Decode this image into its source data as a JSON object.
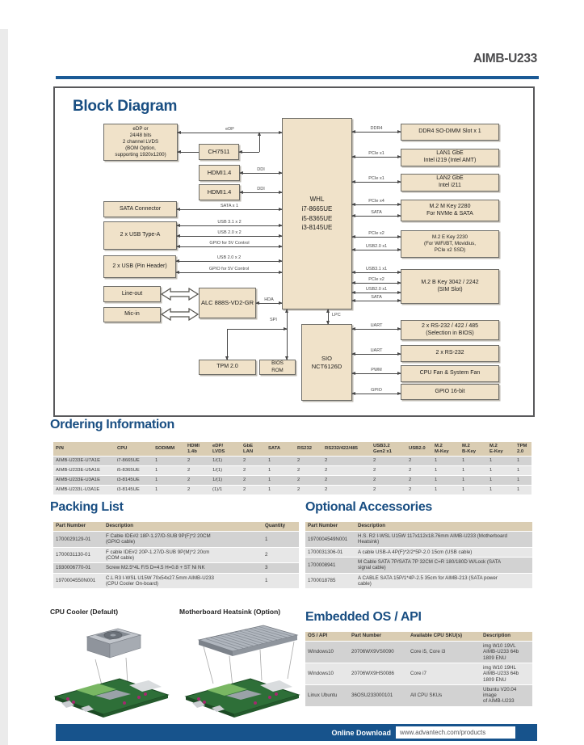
{
  "page": {
    "product": "AIMB-U233",
    "footer_label": "Online Download",
    "footer_url": "www.advantech.com/products"
  },
  "diagram": {
    "title": "Block Diagram",
    "boxes": {
      "edp": "eDP  or\n24/48 bits\n2 channel LVDS\n(BOM Option,\nsupporting 1920x1200)",
      "ch7511": "CH7511",
      "hdmi1": "HDMI1.4",
      "hdmi2": "HDMI1.4",
      "sata_connector": "SATA Connector",
      "usb_type_a": "2 x USB Type-A",
      "usb_pin_header": "2 x USB (Pin Header)",
      "line_out": "Line-out",
      "mic_in": "Mic-in",
      "alc": "ALC 888S-VD2-GR",
      "tpm": "TPM 2.0",
      "bios_rom": "BIOS\nROM",
      "cpu": "WHL\ni7-8665UE\ni5-8365UE\ni3-8145UE",
      "sio": "SIO\nNCT6126D",
      "ddr4": "DDR4 SO-DIMM Slot x 1",
      "lan1": "LAN1 GbE\nIntel i219 (Intel AMT)",
      "lan2": "LAN2 GbE\nIntel i211",
      "m2m": "M.2 M Key 2280\nFor NVMe & SATA",
      "m2e": "M.2 E Key 2230\n(For WiFi/BT, Movidius,\nPCIe x2 SSD)",
      "m2b": "M.2 B Key 3042 / 2242\n(SIM Slot)",
      "rs422": "2 x RS-232 / 422 / 485\n(Selection in BIOS)",
      "rs232": "2 x RS-232",
      "fan": "CPU Fan & System Fan",
      "gpio16": "GPIO 16-bit"
    },
    "buses": {
      "edp": "eDP",
      "ddi1": "DDI",
      "ddi2": "DDI",
      "sata1": "SATA x 1",
      "usb31x2": "USB 3.1 x 2",
      "usb20x2a": "USB 2.0  x 2",
      "gpio5v_a": "GPIO for 5V Control",
      "usb20x2b": "USB 2.0  x 2",
      "gpio5v_b": "GPIO for 5V Control",
      "hda": "HDA",
      "spi": "SPI",
      "lpc": "LPC",
      "ddr4": "DDR4",
      "pcie1a": "PCIe x1",
      "pcie1b": "PCIe x1",
      "pcie4": "PCIe x4",
      "sata_m": "SATA",
      "pcie2e": "PCIe x2",
      "usb20x1e": "USB2.0 x1",
      "usb31x1": "USB3.1 x1",
      "pcie2b": "PCIe x2",
      "usb20x1b": "USB2.0 x1",
      "sata_b": "SATA",
      "uart1": "UART",
      "uart2": "UART",
      "pwm": "PWM",
      "gpio": "GPIO"
    }
  },
  "ordering": {
    "title": "Ordering Information",
    "headers": [
      "P/N",
      "CPU",
      "SODIMM",
      "HDMI\n1.4b",
      "eDP/\nLVDS",
      "GbE\nLAN",
      "SATA",
      "RS232",
      "RS232/422/485",
      "USB3.2\nGen2 x1",
      "USB2.0",
      "M.2\nM-Key",
      "M.2\nB-Key",
      "M.2\nE-Key",
      "TPM\n2.0"
    ],
    "rows": [
      [
        "AIMB-U233E-U7A1E",
        "i7-8665UE",
        "1",
        "2",
        "1/(1)",
        "2",
        "1",
        "2",
        "2",
        "2",
        "2",
        "1",
        "1",
        "1",
        "1"
      ],
      [
        "AIMB-U233E-U5A1E",
        "i5-8365UE",
        "1",
        "2",
        "1/(1)",
        "2",
        "1",
        "2",
        "2",
        "2",
        "2",
        "1",
        "1",
        "1",
        "1"
      ],
      [
        "AIMB-U233E-U3A1E",
        "i3-8145UE",
        "1",
        "2",
        "1/(1)",
        "2",
        "1",
        "2",
        "2",
        "2",
        "2",
        "1",
        "1",
        "1",
        "1"
      ],
      [
        "AIMB-U233L-U3A1E",
        "i3-8145UE",
        "1",
        "2",
        "(1)/1",
        "2",
        "1",
        "2",
        "2",
        "2",
        "2",
        "1",
        "1",
        "1",
        "1"
      ]
    ]
  },
  "packing": {
    "title": "Packing List",
    "headers": [
      "Part Number",
      "Description",
      "Quantity"
    ],
    "rows": [
      [
        "1700029129-01",
        "F Cable IDE#2 18P-1.27/D-SUB 9P(F)*2 20CM\n(GPIO cable)",
        "1"
      ],
      [
        "1700031130-01",
        "F cable IDE#2 20P-1.27/D-SUB 9P(M)*2 20cm\n(COM cable)",
        "2"
      ],
      [
        "1930006770-01",
        "Screw M2.5*4L F/S D=4.5 H=0.8 + ST Ni NK",
        "3"
      ],
      [
        "1970004550N001",
        "C.L R3 I-WSL U15W 70x54x27.5mm AIMB-U233\n(CPU Cooler On-board)",
        "1"
      ]
    ]
  },
  "optional": {
    "title": "Optional Accessories",
    "headers": [
      "Part Number",
      "Description"
    ],
    "rows": [
      [
        "1970004549N001",
        "H.S. R2 I-WSL U15W 117x112x18.76mm AIMB-U233 (Motherboard\nHeatsink)"
      ],
      [
        "1700031306-01",
        "A cable USB-A 4P(F)*2/2*5P-2.0 15cm (USB cable)"
      ],
      [
        "1700008941",
        "M Cable SATA 7P/SATA 7P 32CM C=R 180/180D W/Lock (SATA\nsignal cable)"
      ],
      [
        "1700018785",
        "A CABLE SATA 15P/1*4P-2.5 35cm for AIMB-213 (SATA power\ncable)"
      ]
    ]
  },
  "coolers": {
    "cpu_cooler_label": "CPU Cooler (Default)",
    "heatsink_label": "Motherboard Heatsink (Option)"
  },
  "os_api": {
    "title": "Embedded OS / API",
    "headers": [
      "OS / API",
      "Part Number",
      "Available CPU SKU(s)",
      "Description"
    ],
    "rows": [
      [
        "Windows10",
        "20706WX9VS0090",
        "Core i5, Core i3",
        "img W10 19VL\nAIMB-U233 64b\n1809 ENU"
      ],
      [
        "Windows10",
        "20706WX9HS0086",
        "Core i7",
        "img W10 19HL\nAIMB-U233 64b\n1809 ENU"
      ],
      [
        "Linux Ubuntu",
        "36OSU233000101",
        "All CPU SKUs",
        "Ubuntu V20.04 image\nof AIMB-U233"
      ]
    ]
  }
}
